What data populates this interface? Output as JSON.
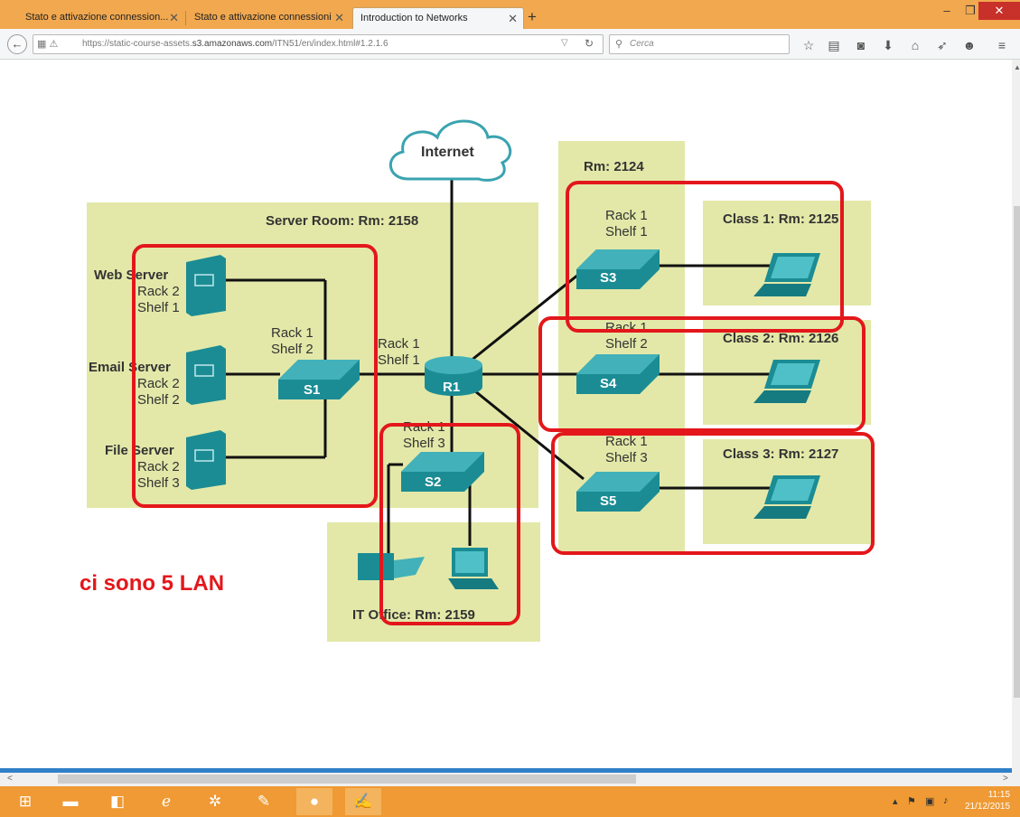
{
  "browser": {
    "tabs": [
      {
        "label": "Stato e attivazione connession...",
        "active": false
      },
      {
        "label": "Stato e attivazione connessioni",
        "active": false
      },
      {
        "label": "Introduction to Networks",
        "active": true
      }
    ],
    "url_prefix": "https://static-course-assets.",
    "url_domain": "s3.amazonaws.com",
    "url_path": "/ITN51/en/index.html#1.2.1.6",
    "search_placeholder": "Cerca"
  },
  "diagram": {
    "internet_label": "Internet",
    "server_room": {
      "title": "Server Room: Rm: 2158",
      "servers": [
        {
          "name": "Web Server",
          "rack": "Rack 2",
          "shelf": "Shelf 1"
        },
        {
          "name": "Email Server",
          "rack": "Rack 2",
          "shelf": "Shelf 2"
        },
        {
          "name": "File Server",
          "rack": "Rack 2",
          "shelf": "Shelf 3"
        }
      ],
      "switch_rack": "Rack 1",
      "switch_shelf": "Shelf 2",
      "switch_label": "S1"
    },
    "router": {
      "label": "R1",
      "rack": "Rack 1",
      "shelf": "Shelf 1"
    },
    "s2": {
      "label": "S2",
      "rack": "Rack 1",
      "shelf": "Shelf 3"
    },
    "it_office": {
      "title": "IT Office: Rm: 2159"
    },
    "rm2124": {
      "title": "Rm: 2124",
      "switches": [
        {
          "label": "S3",
          "rack": "Rack 1",
          "shelf": "Shelf 1"
        },
        {
          "label": "S4",
          "rack": "Rack 1",
          "shelf": "Shelf 2"
        },
        {
          "label": "S5",
          "rack": "Rack 1",
          "shelf": "Shelf 3"
        }
      ]
    },
    "classes": [
      {
        "title": "Class 1: Rm: 2125"
      },
      {
        "title": "Class 2: Rm: 2126"
      },
      {
        "title": "Class 3: Rm: 2127"
      }
    ]
  },
  "annotation": {
    "note": "ci sono 5 LAN"
  },
  "taskbar": {
    "time": "11:15",
    "date": "21/12/2015"
  },
  "colors": {
    "zone": "#e3e8a8",
    "device": "#1b8c94",
    "annotation_red": "#e3171b",
    "titlebar": "#f1a84f"
  }
}
